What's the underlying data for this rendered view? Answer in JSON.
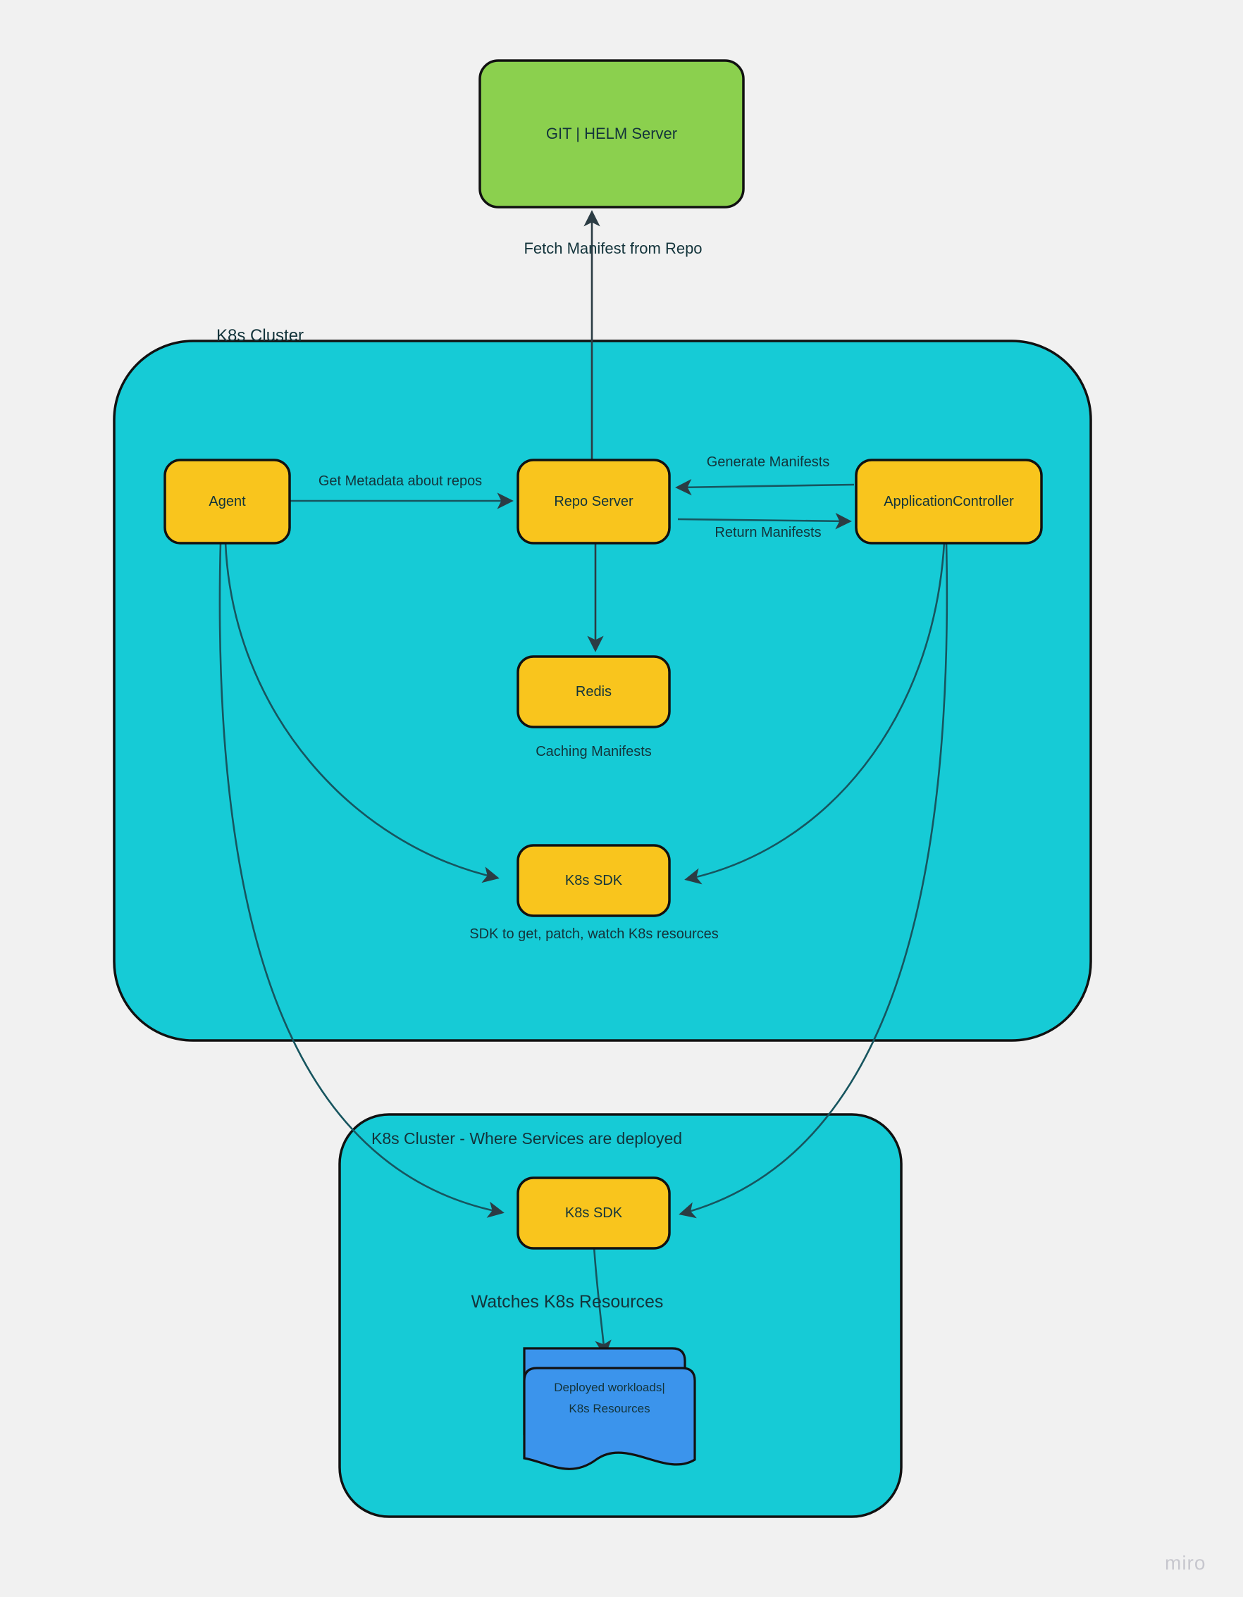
{
  "diagram": {
    "title": "GitOps ArgoCD architecture diagram",
    "watermark": "miro",
    "colors": {
      "background": "#f1f1f1",
      "cluster_fill": "#16cbd6",
      "cluster_stroke": "#111111",
      "node_fill": "#f9c51d",
      "node_stroke": "#111111",
      "git_fill": "#8bd04e",
      "workload_fill": "#3b94ec",
      "edge_stroke": "#113c44",
      "text": "#13343b",
      "watermark": "#c7c7ce"
    }
  },
  "nodes": {
    "git_server": {
      "label": "GIT | HELM Server"
    },
    "cluster_main": {
      "label": "K8s Cluster"
    },
    "agent": {
      "label": "Agent"
    },
    "repo_server": {
      "label": "Repo Server"
    },
    "application_controller": {
      "label": "ApplicationController"
    },
    "redis": {
      "label": "Redis"
    },
    "k8s_sdk_main": {
      "label": "K8s SDK"
    },
    "cluster_services": {
      "label": "K8s Cluster - Where Services are deployed"
    },
    "k8s_sdk_services": {
      "label": "K8s SDK"
    },
    "deployed_workloads": {
      "line1": "Deployed workloads|",
      "line2": "K8s Resources"
    }
  },
  "captions": {
    "redis_caption": "Caching Manifests",
    "k8s_sdk_caption": "SDK to get, patch, watch K8s resources"
  },
  "edges": [
    {
      "id": "fetch-manifest",
      "label": "Fetch Manifest from Repo",
      "from": "repo_server",
      "to": "git_server"
    },
    {
      "id": "get-metadata",
      "label": "Get Metadata about repos",
      "from": "agent",
      "to": "repo_server"
    },
    {
      "id": "generate-manifests",
      "label": "Generate Manifests",
      "from": "application_controller",
      "to": "repo_server"
    },
    {
      "id": "return-manifests",
      "label": "Return Manifests",
      "from": "repo_server",
      "to": "application_controller"
    },
    {
      "id": "repo-to-redis",
      "label": "",
      "from": "repo_server",
      "to": "redis"
    },
    {
      "id": "agent-to-sdk",
      "label": "",
      "from": "agent",
      "to": "k8s_sdk_main"
    },
    {
      "id": "controller-to-sdk",
      "label": "",
      "from": "application_controller",
      "to": "k8s_sdk_main"
    },
    {
      "id": "agent-to-services-sdk",
      "label": "",
      "from": "agent",
      "to": "k8s_sdk_services"
    },
    {
      "id": "controller-to-services-sdk",
      "label": "",
      "from": "application_controller",
      "to": "k8s_sdk_services"
    },
    {
      "id": "watches-k8s-resources",
      "label": "Watches K8s Resources",
      "from": "k8s_sdk_services",
      "to": "deployed_workloads"
    }
  ]
}
